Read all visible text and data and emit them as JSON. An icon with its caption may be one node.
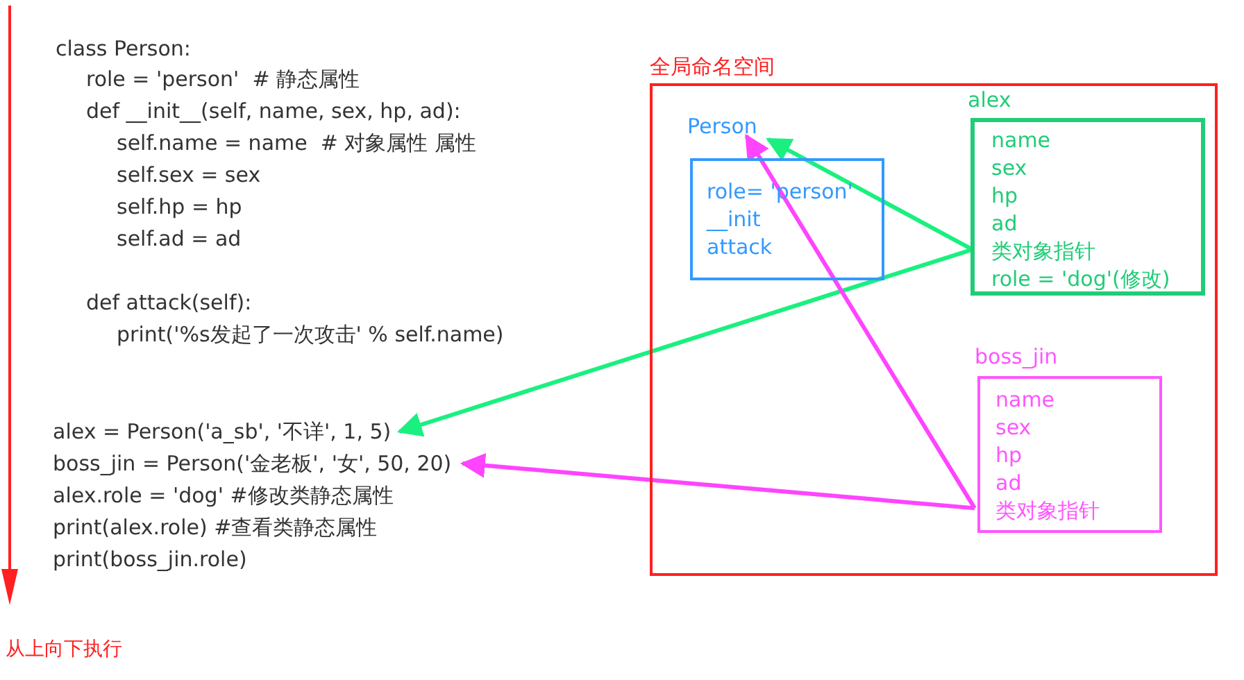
{
  "diagram": {
    "nodes": [
      {
        "text": [
          "alex = Person('a_sb', '不详', 1, 5)"
        ]
      },
      {
        "text": [
          "boss_jin = Person('金老板', '女', 50, 20)"
        ]
      },
      {
        "text": [
          "全局命名空间"
        ]
      },
      {
        "text": [
          "Person",
          "role= 'person'",
          "__init",
          "attack"
        ],
        "in": 2
      },
      {
        "text": [
          "alex",
          "name",
          "sex",
          "hp",
          "ad",
          "类对象指针",
          "role = 'dog'(修改)"
        ],
        "in": 2
      },
      {
        "text": [
          "boss_jin",
          "name",
          "sex",
          "hp",
          "ad",
          "类对象指针"
        ],
        "in": 2
      }
    ],
    "edges": [
      {
        "from": 4,
        "to": 3,
        "arrow": "to",
        "color": "#1af07f"
      },
      {
        "from": 4,
        "to": 0,
        "arrow": "to",
        "color": "#1af07f"
      },
      {
        "from": 5,
        "to": 3,
        "arrow": "to",
        "color": "#ff44ff"
      },
      {
        "from": 5,
        "to": 1,
        "arrow": "to",
        "color": "#ff44ff"
      }
    ],
    "labels": [
      "class Person:",
      "role = 'person'  # 静态属性",
      "def __init__(self, name, sex, hp, ad):",
      "self.name = name  # 对象属性 属性",
      "self.sex = sex",
      "self.hp = hp",
      "self.ad = ad",
      "def attack(self):",
      "print('%s发起了一次攻击' % self.name)",
      "alex.role = 'dog' #修改类静态属性",
      "print(alex.role) #查看类静态属性",
      "print(boss_jin.role)",
      "从上向下执行"
    ]
  }
}
